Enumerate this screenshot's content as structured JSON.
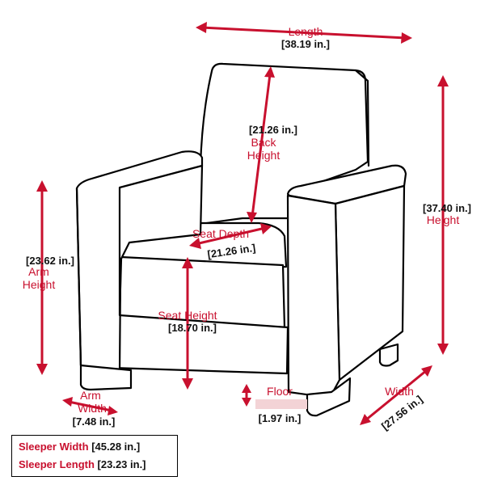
{
  "dimensions": {
    "length": {
      "label": "Length",
      "value": "[38.19 in.]"
    },
    "back_height": {
      "label_line1": "Back",
      "label_line2": "Height",
      "value": "[21.26 in.]"
    },
    "height": {
      "label": "Height",
      "value": "[37.40 in.]"
    },
    "seat_depth": {
      "label": "Seat Depth",
      "value": "[21.26 in.]"
    },
    "arm_height": {
      "label_line1": "Arm",
      "label_line2": "Height",
      "value": "[23.62 in.]"
    },
    "seat_height": {
      "label": "Seat Height",
      "value": "[18.70 in.]"
    },
    "floor": {
      "label": "Floor",
      "value": "[1.97 in.]"
    },
    "arm_width": {
      "label_line1": "Arm",
      "label_line2": "Width",
      "value": "[7.48 in.]"
    },
    "width": {
      "label": "Width",
      "value": "[27.56 in.]"
    }
  },
  "legend": {
    "sleeper_width_label": "Sleeper Width",
    "sleeper_width_value": "[45.28 in.]",
    "sleeper_length_label": "Sleeper Length",
    "sleeper_length_value": "[23.23 in.]"
  },
  "colors": {
    "accent": "#c8102e",
    "line": "#000000"
  }
}
